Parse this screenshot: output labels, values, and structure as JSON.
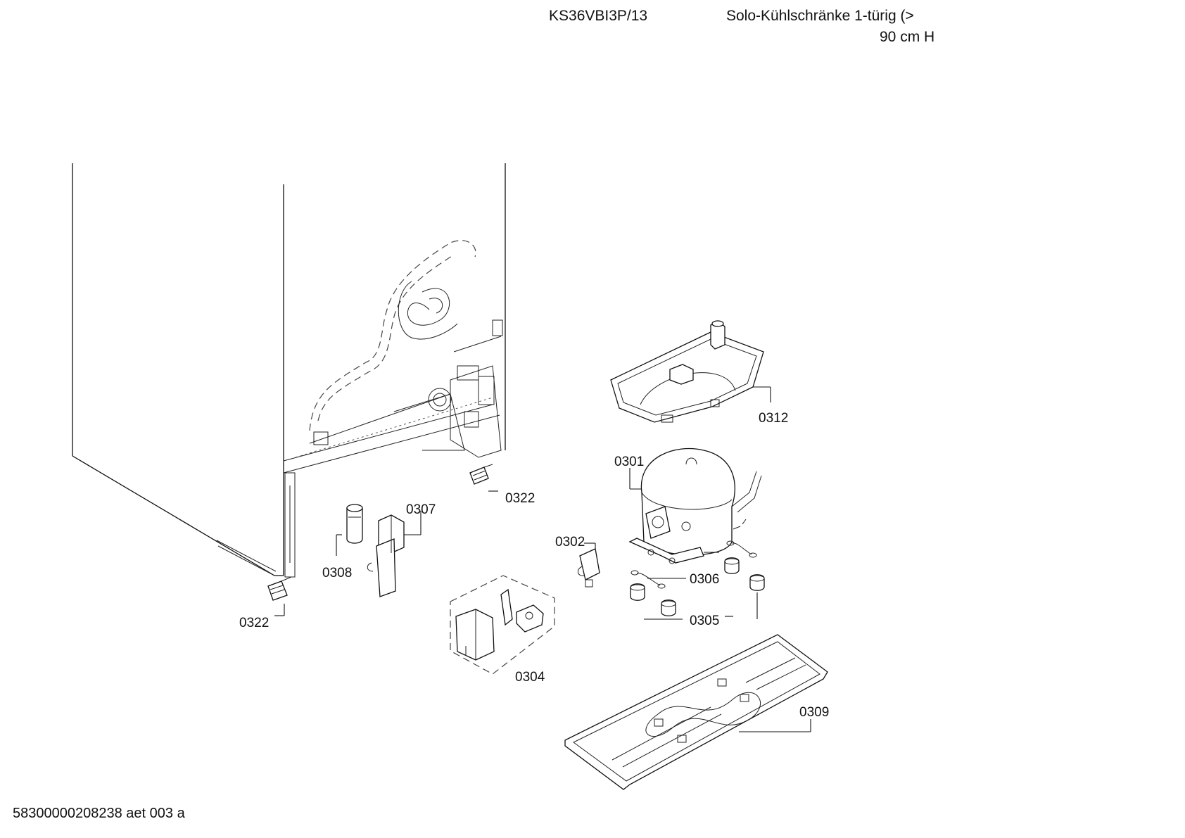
{
  "header": {
    "model": "KS36VBI3P/13",
    "category_line1": "Solo-Kühlschränke 1-türig (>",
    "category_line2": "90 cm H"
  },
  "footer": {
    "document_id": "58300000208238 aet 003 a"
  },
  "parts": {
    "p0312": "0312",
    "p0301": "0301",
    "p0322a": "0322",
    "p0322b": "0322",
    "p0307": "0307",
    "p0308": "0308",
    "p0302": "0302",
    "p0306": "0306",
    "p0305": "0305",
    "p0304": "0304",
    "p0309": "0309"
  }
}
